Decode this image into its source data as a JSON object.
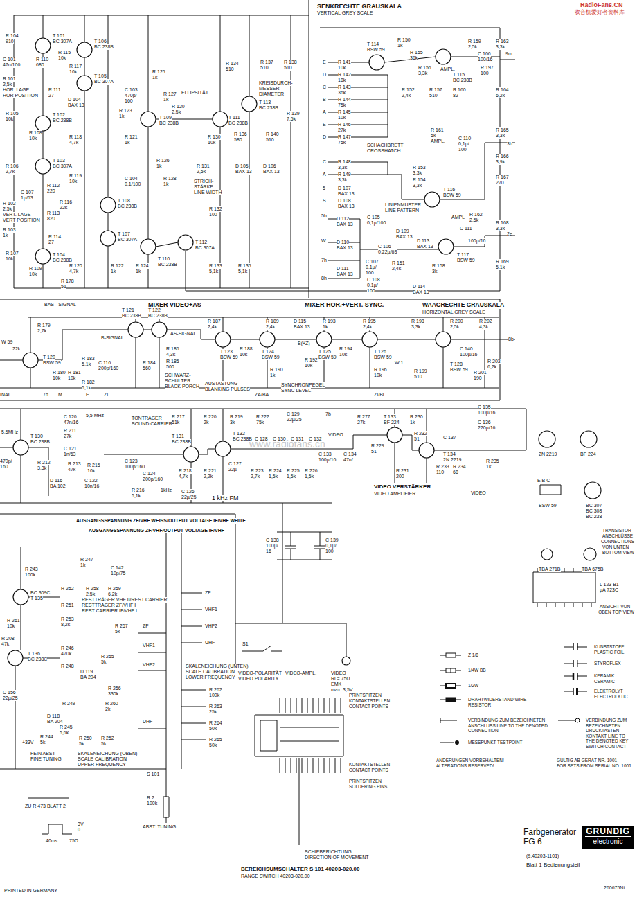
{
  "diagram": {
    "title": "Farbgenerator FG 6",
    "nodes": [
      {
        "text": [
          "GRUNDIG",
          "electronic"
        ]
      }
    ],
    "labels": [
      "R 104",
      "910",
      "T 101",
      "BC 307A",
      "C 101",
      "47n/100",
      "R 110",
      "680",
      "R 115",
      "10k",
      "R 101",
      "2,5k",
      "HOR. LAGE",
      "HOR POSITION",
      "R 111",
      "27",
      "R 105",
      "10k",
      "T 102",
      "BC 238B",
      "R 108",
      "10k",
      "T 106",
      "BC 238B",
      "R 117",
      "10k",
      "T 105",
      "BC 307A",
      "D 104",
      "BAX 13",
      "R 118",
      "4,7k",
      "C 103",
      "470p/",
      "160",
      "R 123",
      "1k",
      "T 109",
      "BC 238B",
      "R 121",
      "1k",
      "R 125",
      "1k",
      "R 127",
      "1k",
      "ELLIPSITÄT",
      "R 120",
      "2,5k",
      "T 111",
      "BC 238B",
      "R 130",
      "10k",
      "R 136",
      "580",
      "R 140",
      "510",
      "R 134",
      "510",
      "R 137",
      "510",
      "R 138",
      "510",
      "KREISDURCH-",
      "MESSER",
      "DIAMETER",
      "T 113",
      "BC 238B",
      "R 139",
      "7,5k",
      "R 106",
      "2,7k",
      "T 103",
      "BC 307A",
      "R 119",
      "10k",
      "R 112",
      "220",
      "R 126",
      "1k",
      "C 104",
      "0,1/100",
      "R 128",
      "1k",
      "R 131",
      "2,5k",
      "STRICH-",
      "STÄRKE",
      "LINE WIDTH",
      "D 105",
      "BAX 13",
      "D 106",
      "BAX 13",
      "C 107",
      "1µ/63",
      "R 102",
      "2,5k",
      "VERT. LAGE",
      "VERT POSITION",
      "R 116",
      "22k",
      "R 113",
      "820",
      "T 108",
      "BC 238B",
      "R 132",
      "100",
      "R 103",
      "1k",
      "R 114",
      "27",
      "T 107",
      "BC 307A",
      "T 110",
      "BC 238B",
      "T 112",
      "BC 307A",
      "R 107",
      "10k",
      "T 104",
      "BC 238B",
      "R 124",
      "1k",
      "R 109",
      "10k",
      "R 120",
      "4,7k",
      "R 122",
      "1k",
      "R 133",
      "5,1k",
      "R 135",
      "5,1k",
      "R 178",
      "51",
      "BAS - SIGNAL",
      "MIXER VIDEO+AS",
      "MIXER HOR.+VERT. SYNC.",
      "WAAGRECHTE GRAUSKALA",
      "HORIZONTAL GREY SCALE",
      "SENKRECHTE GRAUSKALA",
      "VERTICAL GREY SCALE",
      "R 150",
      "1k",
      "T 114",
      "BSW 59",
      "R 141",
      "10k",
      "R 142",
      "18k",
      "R 143",
      "36k",
      "R 144",
      "75k",
      "R 145",
      "10k",
      "R 146",
      "27k",
      "R 147",
      "75k",
      "R 148",
      "3,3k",
      "R 149",
      "3,3k",
      "D 107",
      "BAX 13",
      "D 108",
      "BAX 13",
      "R 155",
      "36k",
      "R 156",
      "3,3k",
      "R 152",
      "2,4k",
      "R 157",
      "510",
      "R 159",
      "2,5k",
      "C 106",
      "100/16",
      "AMPL.",
      "T 115",
      "BC 238B",
      "R 160",
      "82",
      "R 163",
      "3,3k",
      "R 197",
      "100",
      "R 164",
      "6,2k",
      "9m",
      "R 161",
      "5k",
      "AMPL.",
      "SCHACHBRETT",
      "CROSSHATCH",
      "C 110",
      "0,1µ/",
      "100",
      "R 165",
      "3,3k",
      "3b",
      "R 166",
      "3,9k",
      "R 153",
      "3,3k",
      "R 154",
      "3,3k",
      "T 116",
      "BSW 59",
      "R 167",
      "270",
      "LINIENMUSTER",
      "LINE PATTERN",
      "AMPL",
      "R 162",
      "2,5k",
      "C 111",
      "R 168",
      "3,3k",
      "2e",
      "C 105",
      "0,1µ/100",
      "D 109",
      "BAX 13",
      "D 113",
      "BAX 13",
      "T 117",
      "BSW 59",
      "100µ/16",
      "C 106",
      "0,22µ/63",
      "C 107",
      "0,1µ/",
      "100",
      "R 151",
      "2,4k",
      "R 158",
      "3k",
      "R 169",
      "5,1k",
      "C 108",
      "0,1µ/",
      "100",
      "D 114",
      "BAX 13",
      "E",
      "D",
      "C",
      "B",
      "A",
      "E",
      "D",
      "C",
      "A",
      "5",
      "S",
      "5h",
      "D 112",
      "BAX 13",
      "W",
      "D 110",
      "BAX 13",
      "7h",
      "8h",
      "D 111",
      "BAX 13",
      "R 179",
      "2,7k",
      "W 59",
      "22k",
      "T 120",
      "BSW 59",
      "R 180",
      "10k",
      "R 181",
      "10k",
      "R 183",
      "5,1k",
      "R 182",
      "5,1k",
      "C 116",
      "200p/160",
      "T 121",
      "BC 238B",
      "T 122",
      "BC 238B",
      "B-SIGNAL",
      "AS-SIGNAL",
      "R 184",
      "560",
      "R 186",
      "4,3k",
      "R 185",
      "500",
      "SCHWARZ-",
      "SCHULTER",
      "BLACK PORCH",
      "R 187",
      "2,4k",
      "R 188",
      "10k",
      "R 189",
      "2,4k",
      "D 115",
      "BAX 13",
      "T 123",
      "BSW 59",
      "AUSTASTUNG",
      "BLANKING PULSES",
      "T 124",
      "BSW 59",
      "R 190",
      "1k",
      "B(+Z)",
      "R 192",
      "10k",
      "SYNCHRONPEGEL",
      "SYNC LEVEL",
      "R 193",
      "1k",
      "R 194",
      "10k",
      "T 125",
      "BSW 59",
      "R 195",
      "2,4k",
      "T 126",
      "BSW 59",
      "R 196",
      "10k",
      "R 198",
      "3,3k",
      "W 1",
      "R 199",
      "510",
      "R 200",
      "2,5k",
      "R 202",
      "4,3k",
      "C 140",
      "100µ/16",
      "T 128",
      "BSW 59",
      "R 201",
      "190",
      "R 203",
      "6,2k",
      "8b",
      "7d",
      "M",
      "E",
      "ZI",
      "ZA/BA",
      "ZI/BI",
      "INAL",
      "5,5MHz",
      "T 130",
      "BC 238B",
      "C 120",
      "47n/16",
      "R 211",
      "27k",
      "5,5 MHz",
      "TONTRÄGER",
      "SOUND CARRIER",
      "R 217",
      "51k",
      "T 131",
      "BC 238B",
      "C 121",
      "1n/63",
      "470p/",
      "160",
      "R 212",
      "3,3k",
      "R 213",
      "47k",
      "R 215",
      "10k",
      "D 116",
      "BA 102",
      "C 122",
      "10n/16",
      "C 123",
      "100p/160",
      "C 124",
      "200p/160",
      "R 216",
      "5,1k",
      "R 218",
      "4,7k",
      "C 126",
      "22µ/25",
      "1kHz",
      "1 kHz FM",
      "R 220",
      "2k",
      "R 219",
      "3k",
      "R 222",
      "75k",
      "C 129",
      "22µ/25",
      "7b",
      "T 132",
      "BC 238B",
      "C 127",
      "22µ",
      "R 221",
      "2,2k",
      "C 128",
      "C 130",
      "C 131",
      "C 132",
      "R 223",
      "2,7k",
      "R 224",
      "1,5k",
      "R 225",
      "1,5k",
      "R 226",
      "1,5k",
      "VIDEO",
      "C 133",
      "100µ/16",
      "C 134",
      "47n/",
      "R 277",
      "27k",
      "T 133",
      "BF 224",
      "R 230",
      "1k",
      "R 229",
      "51",
      "R 232",
      "51",
      "T 134",
      "2N 2219",
      "C 137",
      "C 135",
      "100µ/16",
      "C 136",
      "220µ/16",
      "R 231",
      "200",
      "R 233",
      "110",
      "R 234",
      "68",
      "R 235",
      "1k",
      "VIDEO VERSTÄRKER",
      "VIDEO AMPLIFIER",
      "VIDEO",
      "2N 2219",
      "BF 224",
      "E B C",
      "BSW 59",
      "BC 307",
      "BC 308",
      "BC 238",
      "TRANSISTOR",
      "ANSCHLÜSSE",
      "CONNECTIONS",
      "VON UNTEN",
      "BOTTOM VIEW",
      "TBA 271B",
      "TBA 675B",
      "L 123 B1",
      "µA 723C",
      "ANSICHT VON",
      "OBEN TOP VIEW",
      "AUSGANGSSPANNUNG ZF/VHF WEISS/OUTPUT VOLTAGE IF/VHF WHITE",
      "AUSGANGSSPANNUNG ZF/VHF/OUTPUT VOLTAGE IF/VHF",
      "R 243",
      "100k",
      "R 247",
      "1k",
      "C 142",
      "10p/75",
      "BC 309C",
      "T 135",
      "R 252",
      "R 258",
      "2,5k",
      "R 259",
      "6,2k",
      "R 251",
      "RESTTRÄGER VHF II/REST CARRIER",
      "RESTTRÄGER ZF/VHF I",
      "REST CARRIER IF/VHF I",
      "R 261",
      "10k",
      "R 253",
      "8,2k",
      "R 257",
      "5k",
      "ZF",
      "VHF1",
      "R 208",
      "47k",
      "T 136",
      "BC 238C",
      "R 246",
      "470k",
      "R 255",
      "5k",
      "D 119",
      "BA 204",
      "VHF2",
      "R 248",
      "C 156",
      "22µ/25",
      "D 118",
      "BA 204",
      "R 256",
      "330k",
      "R 249",
      "R 260",
      "2k",
      "R 245",
      "5,6k",
      "UHF",
      "+33V",
      "R 244",
      "5k",
      "R 250",
      "5k",
      "R 252",
      "5k",
      "FEIN ABST",
      "FINE TUNING",
      "SKALENEICHUNG (OBEN)",
      "SCALE CALIBRATION",
      "UPPER FREQUENCY",
      "S 101",
      "ZU R 473 BLATT 2",
      "3V",
      "0",
      "40ms",
      "75Ω",
      "R 2",
      "100k",
      "ABST. TUNING",
      "ZF",
      "VHF1",
      "VHF2",
      "UHF",
      "SKALENEICHUNG (UNTEN)",
      "SCALE CALIBRATION",
      "LOWER FREQUENCY",
      "R 262",
      "100k",
      "R 263",
      "25k",
      "R 264",
      "50k",
      "R 265",
      "50k",
      "C 138",
      "100µ/",
      "16",
      "C 139",
      "0,1µ/",
      "100",
      "S1",
      "VIDEO-POLARITÄT",
      "VIDEO POLARITY",
      "VIDEO-AMPL.",
      "VIDEO",
      "Ri = 75Ω",
      "EMK",
      "max. 3,5V",
      "PRINTSPITZEN",
      "KONTAKTSTELLEN",
      "CONTACT POINTS",
      "KONTAKTSTELLEN",
      "CONTACT POINTS",
      "PRINTSPITZEN",
      "SOLDERING PINS",
      "SCHIEBERICHTUNG",
      "DIRECTION OF MOVEMENT",
      "BEREICHSUMSCHALTER S 101 40203-020.00",
      "RANGE SWITCH 40203-020.00",
      "ÄNDERUNGEN VORBEHALTEN!",
      "ALTERATIONS RESERVED!",
      "GÜLTIG AB GERÄT NR. 1001",
      "FOR SETS FROM SERIAL NO. 1001",
      "(9.40203-1101)",
      "Blatt 1 Bedienungsteil",
      "260675Ni",
      "PRINTED IN GERMANY",
      "RadioFans.CN",
      "收音机爱好者资料库",
      "www.radiofans.cn"
    ],
    "legend": [
      {
        "text": "Z 1/8"
      },
      {
        "text": "1/4W BB"
      },
      {
        "text": "1/2W"
      },
      {
        "text": "DRAHTWIDERSTAND WIRE RESISTOR"
      },
      {
        "text": "KUNSTSTOFF PLASTIC FOIL"
      },
      {
        "text": "STYROFLEX"
      },
      {
        "text": "KERAMIK CERAMIC"
      },
      {
        "text": "ELEKTROLYT ELECTROLYTIC"
      },
      {
        "text": "VERBINDUNG ZUM BEZEICHNETEN ANSCHLUSS LINE TO THE DENOTED CONNECTION"
      },
      {
        "text": "MESSPUNKT TESTPOINT"
      },
      {
        "text": "VERBINDUNG ZUM BEZEICHNETEN DRUCKTASTEN-KONTAKT LINE TO THE DENOTED KEY SWITCH CONTACT"
      }
    ]
  }
}
